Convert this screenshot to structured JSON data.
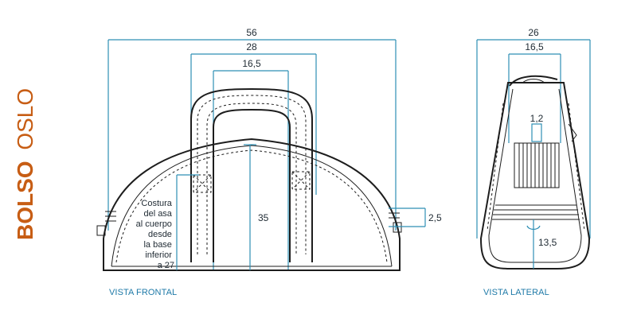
{
  "title": {
    "bold": "BOLSO",
    "light": "OSLO",
    "color": "#c75d14"
  },
  "colors": {
    "dimension": "#2e8fb5",
    "outline": "#1d1d1d",
    "caption": "#1f7aa8"
  },
  "front_view": {
    "caption": "VISTA FRONTAL",
    "dims": {
      "total_width": "56",
      "handle_outer": "28",
      "handle_inner": "16,5",
      "height": "35",
      "side_band": "2,5"
    },
    "note_lines": [
      "Costura",
      "del asa",
      "al cuerpo",
      "desde",
      "la base",
      "inferior",
      "a 27"
    ]
  },
  "side_view": {
    "caption": "VISTA LATERAL",
    "dims": {
      "total_width": "26",
      "top_width": "16,5",
      "gusset": "1,2",
      "base_height": "13,5"
    }
  }
}
